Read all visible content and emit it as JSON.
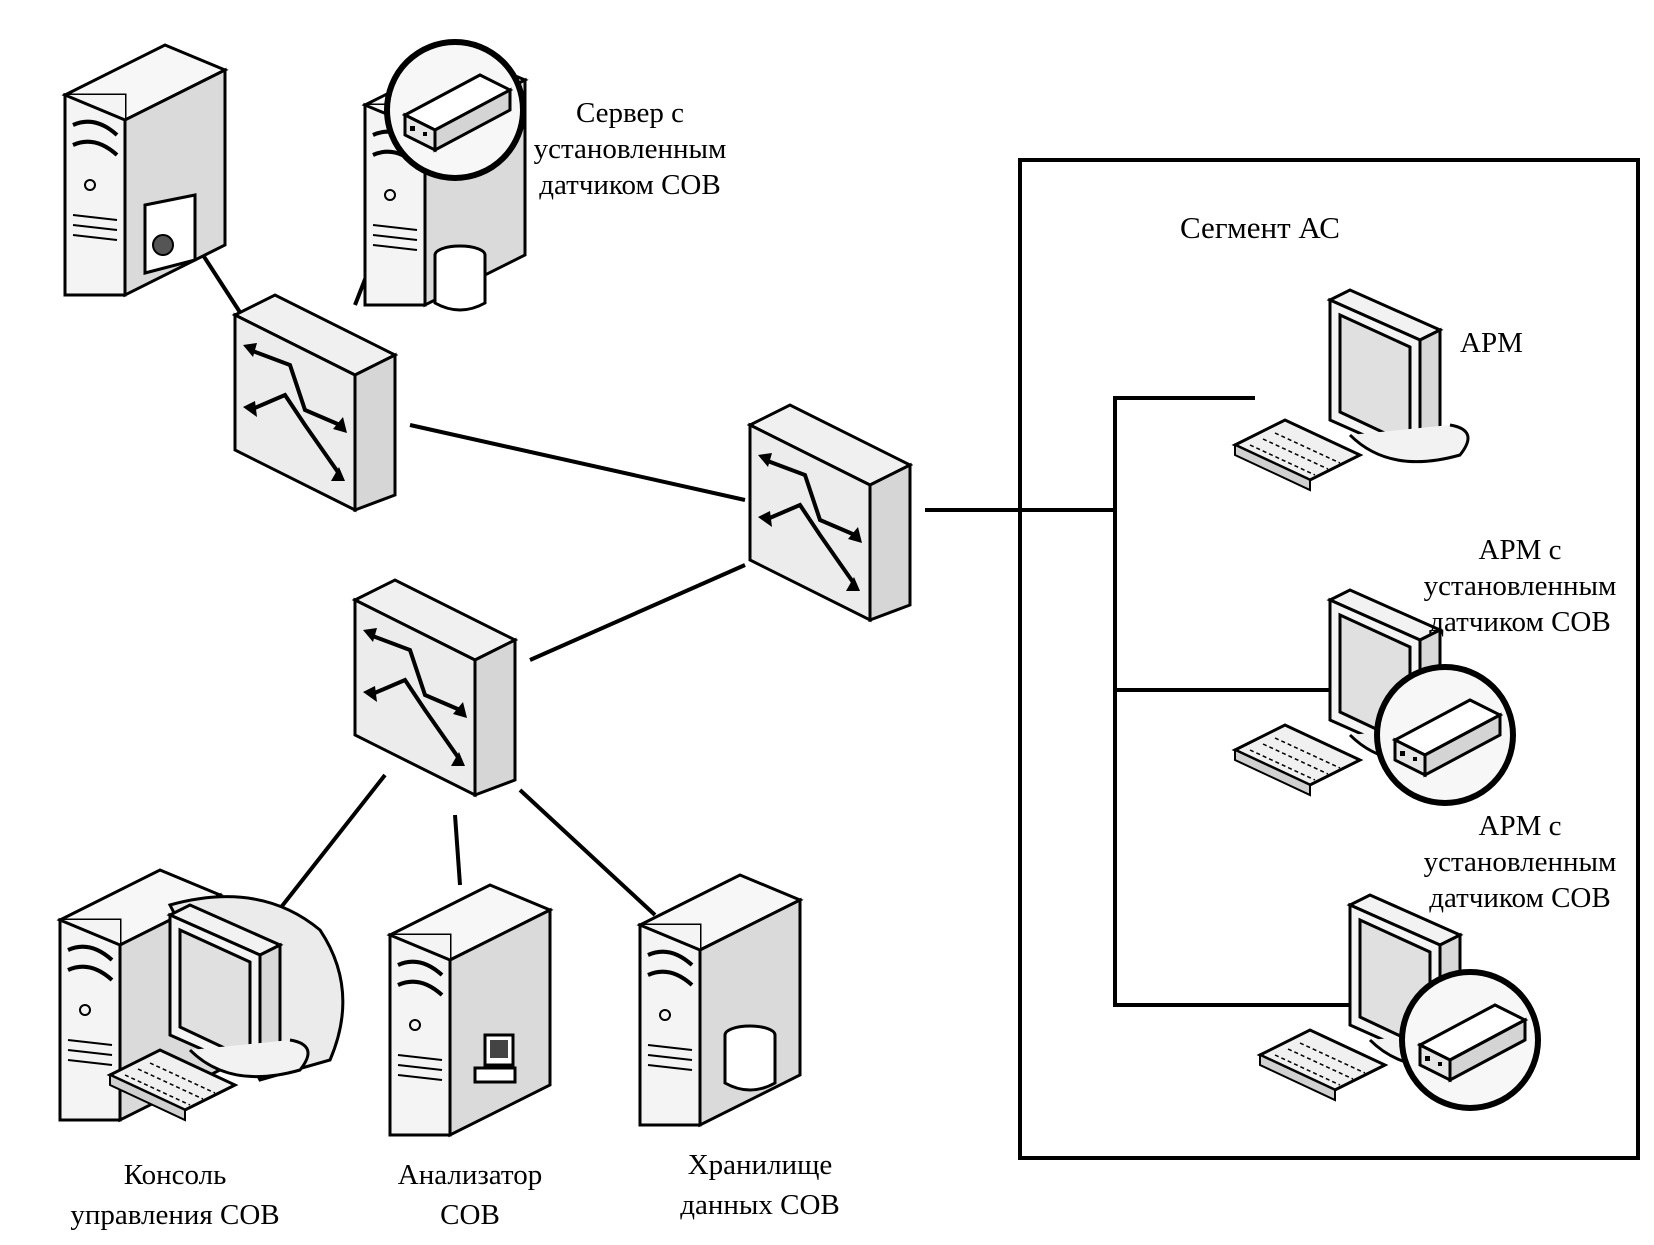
{
  "labels": {
    "server_sensor": [
      "Сервер с",
      "установленным",
      "датчиком СОВ"
    ],
    "segment_title": "Сегмент АС",
    "workstation": "АРМ",
    "workstation_sensor_1": [
      "АРМ с",
      "установленным",
      "датчиком СОВ"
    ],
    "workstation_sensor_2": [
      "АРМ с",
      "установленным",
      "датчиком СОВ"
    ],
    "console": [
      "Консоль",
      "управления СОВ"
    ],
    "analyzer": [
      "Анализатор",
      "СОВ"
    ],
    "storage": [
      "Хранилище",
      "данных СОВ"
    ]
  },
  "icons": {
    "server": "server-icon",
    "switch": "network-switch-icon",
    "workstation": "workstation-icon",
    "sensor": "ids-sensor-icon",
    "database": "database-icon",
    "globe": "globe-icon"
  },
  "colors": {
    "stroke": "#000000",
    "fill_light": "#f2f2f2",
    "fill_mid": "#dedede",
    "background": "#ffffff"
  }
}
